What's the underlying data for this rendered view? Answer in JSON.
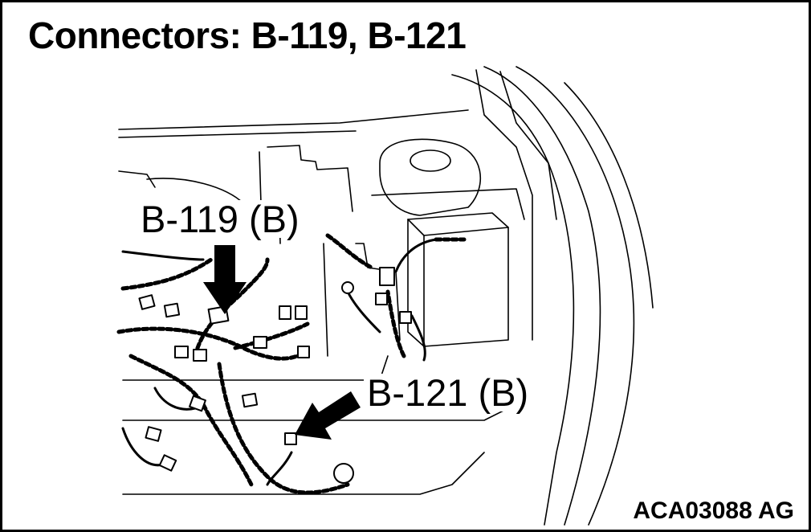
{
  "title": "Connectors: B-119, B-121",
  "callouts": {
    "b119": "B-119 (B)",
    "b121": "B-121 (B)"
  },
  "figure_code": "ACA03088 AG",
  "colors": {
    "ink": "#000000",
    "paper": "#ffffff"
  }
}
